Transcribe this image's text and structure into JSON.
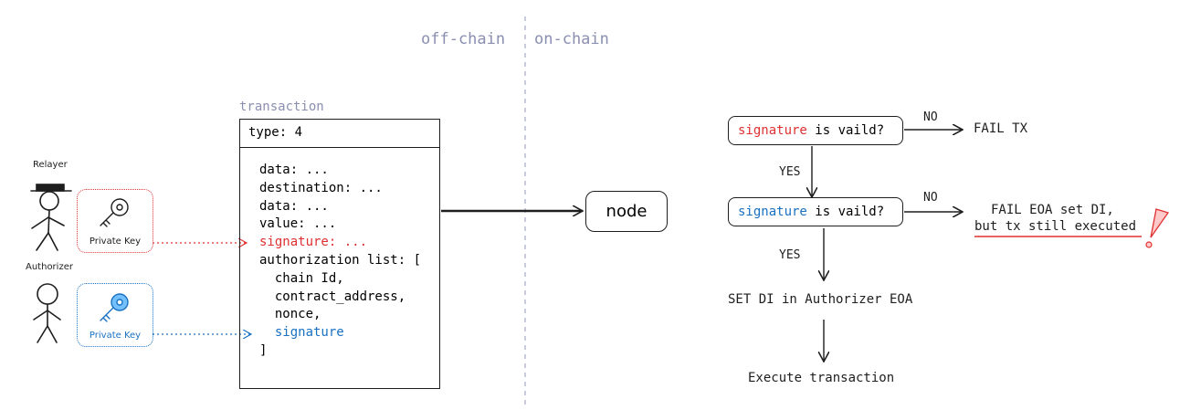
{
  "divider": {
    "left_label": "off-chain",
    "right_label": "on-chain"
  },
  "actors": {
    "relayer": {
      "name": "Relayer",
      "key_label": "Private Key",
      "key_icon": "key-icon-outline"
    },
    "authorizer": {
      "name": "Authorizer",
      "key_label": "Private Key",
      "key_icon": "key-icon-blue"
    }
  },
  "transaction": {
    "title": "transaction",
    "type_line": "type: 4",
    "lines": [
      "data: ...",
      "destination: ...",
      "data: ...",
      "value: ...",
      "signature: ...",
      "authorization list: [",
      "  chain Id,",
      "  contract_address,",
      "  nonce,",
      "  signature",
      "]"
    ]
  },
  "node": {
    "label": "node"
  },
  "flow": {
    "check1": {
      "keyword": "signature",
      "rest": " is vaild?"
    },
    "check2": {
      "keyword": "signature",
      "rest": " is vaild?"
    },
    "no_label_1": "NO",
    "no_label_2": "NO",
    "yes_label_1": "YES",
    "yes_label_2": "YES",
    "fail_tx": "FAIL TX",
    "fail_eoa_line1": "FAIL EOA set DI,",
    "fail_eoa_line2": "but tx still executed",
    "set_di": "SET DI in Authorizer EOA",
    "execute": "Execute transaction"
  },
  "colors": {
    "red": "#e03131",
    "blue": "#1971c2",
    "blue_fill": "#74c0fc",
    "muted": "#8a8fb0",
    "ink": "#1e1e1e",
    "warn_fill": "#ffc9c9"
  }
}
